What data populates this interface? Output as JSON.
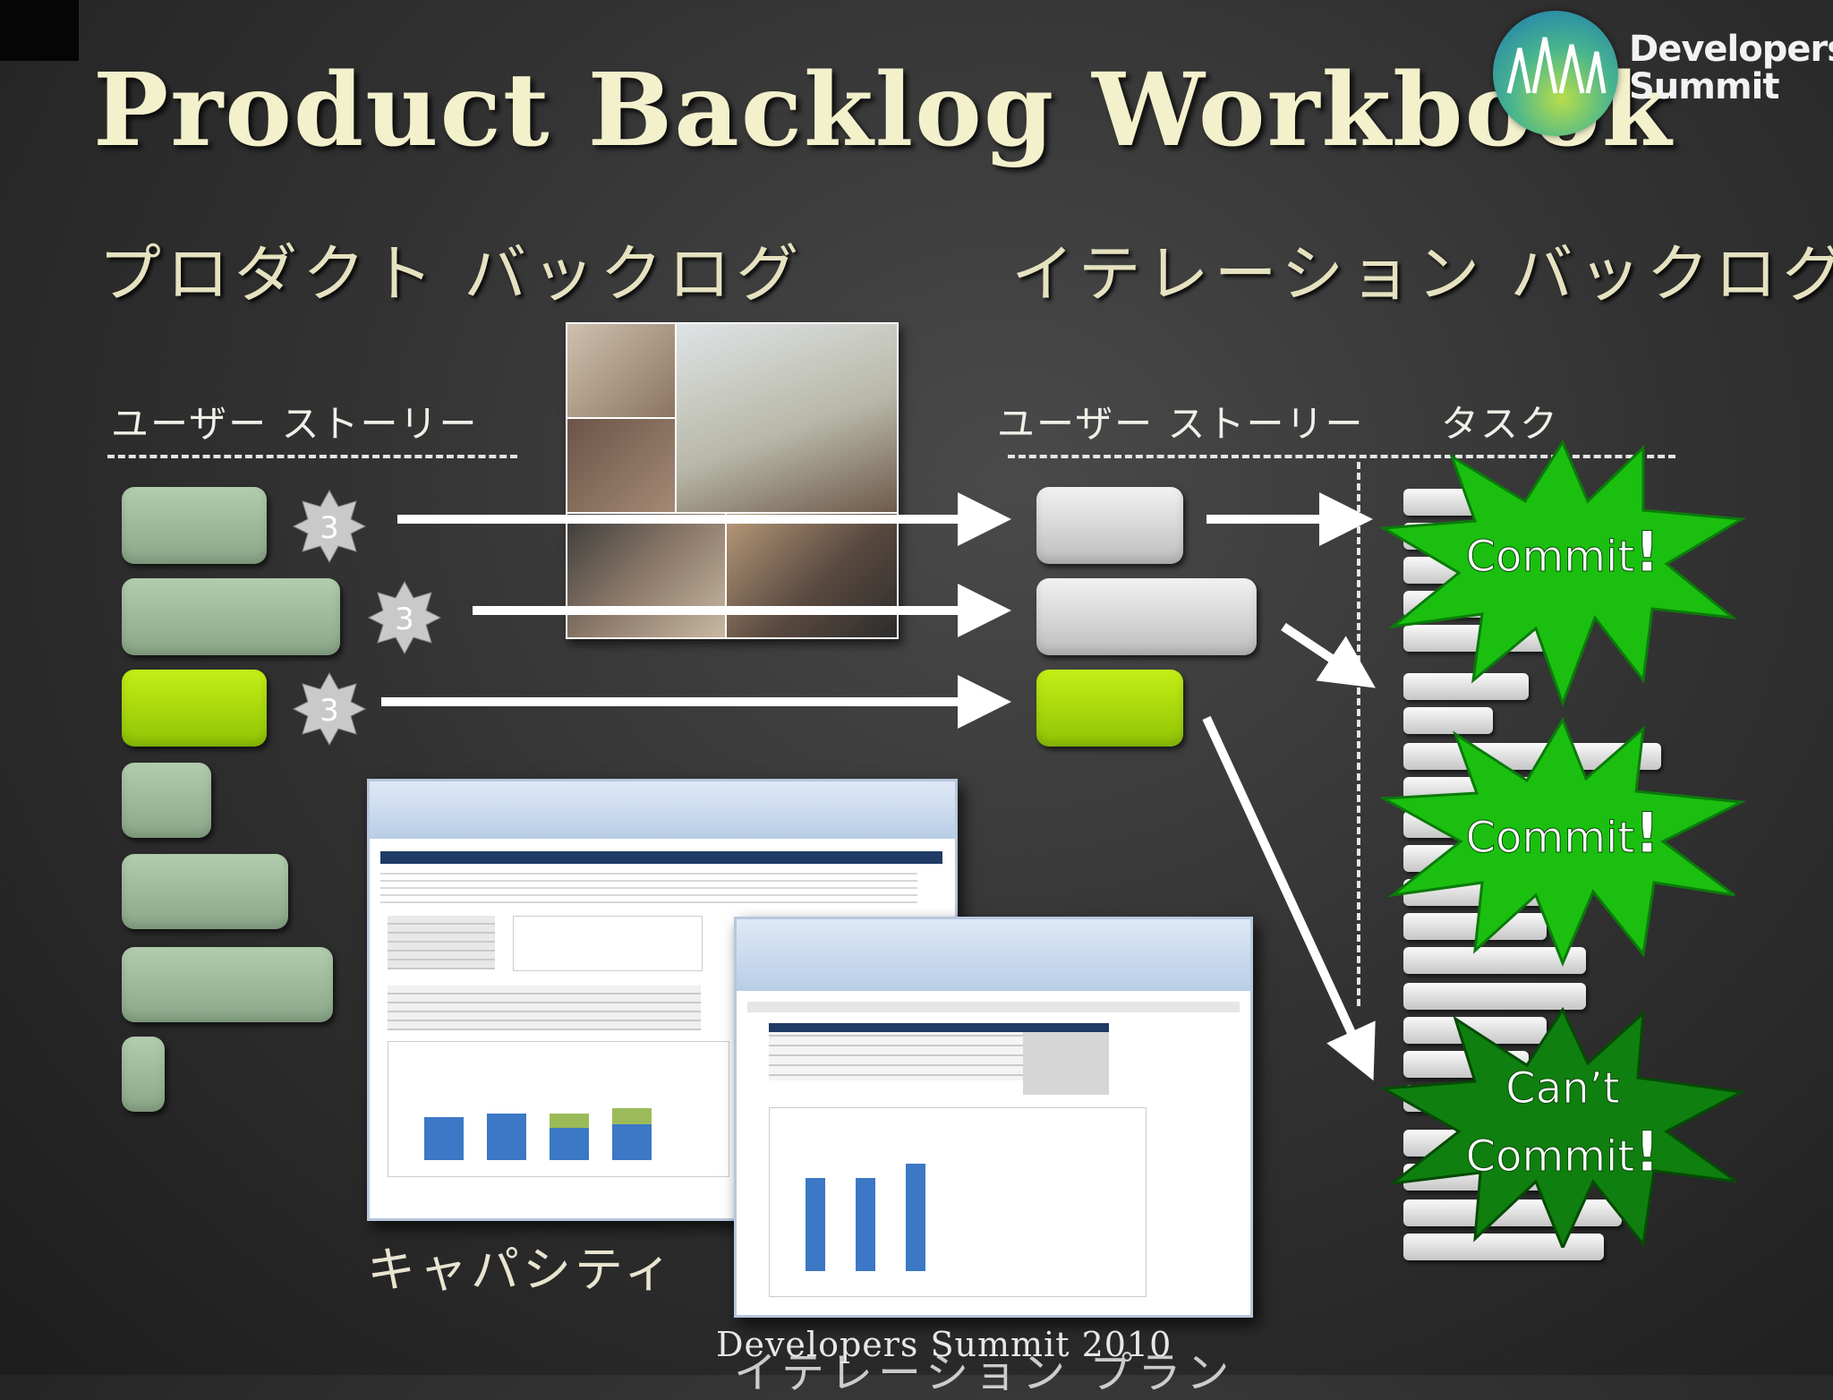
{
  "slide": {
    "title": "Product Backlog Workbook",
    "logo_line1": "Developers",
    "logo_line2": "Summit",
    "left_heading": "プロダクト バックログ",
    "right_heading": "イテレーション バックログ",
    "left_col_heading": "ユーザー ストーリー",
    "right_col_heading_1": "ユーザー ストーリー",
    "right_col_heading_2": "タスク",
    "badges": [
      "3",
      "3",
      "3"
    ],
    "capacity_label": "キャパシティ",
    "footer_text": "Developers Summit 2010",
    "footer_overlay": "イテレーション プラン",
    "bursts": [
      {
        "line1": "Commit",
        "line2": "",
        "mark": "!"
      },
      {
        "line1": "Commit",
        "line2": "",
        "mark": "!"
      },
      {
        "line1": "Can’t",
        "line2": "Commit",
        "mark": "!"
      }
    ]
  },
  "colors": {
    "background": "#333333",
    "title": "#f3f0cc",
    "pale_story": "#9fbb9c",
    "selected_story": "#aee00d",
    "iteration_story": "#d8d8d8",
    "burst_green": "#1bbf10",
    "burst_dark_green": "#0b7a0b"
  },
  "icons": [
    "star-badge-icon",
    "arrow-icon",
    "burst-icon",
    "logo-icon"
  ]
}
